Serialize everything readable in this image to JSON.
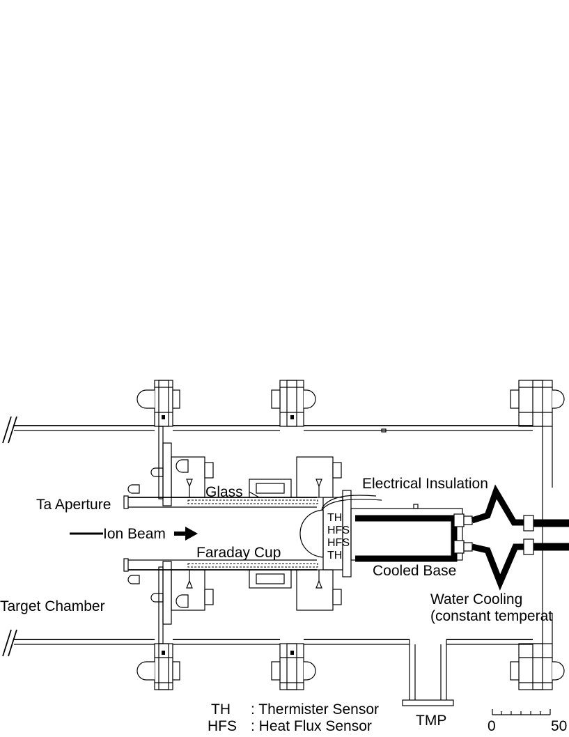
{
  "labels": {
    "electrical_insulation": "Electrical Insulation",
    "glass": "Glass",
    "ta_aperture": "Ta Aperture",
    "ion_beam": "Ion Beam",
    "th_top": "TH",
    "hfs_top": "HFS",
    "hfs_bottom": "HFS",
    "th_bottom": "TH",
    "faraday_cup": "Faraday Cup",
    "cooled_base": "Cooled Base",
    "target_chamber": "Target Chamber",
    "water_cooling_line1": "Water Cooling",
    "water_cooling_line2": "(constant temperat",
    "tmp": "TMP"
  },
  "legend": {
    "th_abbr": "TH",
    "th_desc": ": Thermister Sensor",
    "hfs_abbr": "HFS",
    "hfs_desc": ": Heat Flux Sensor"
  },
  "scale_bar": {
    "start_label": "0",
    "end_label": "50"
  }
}
